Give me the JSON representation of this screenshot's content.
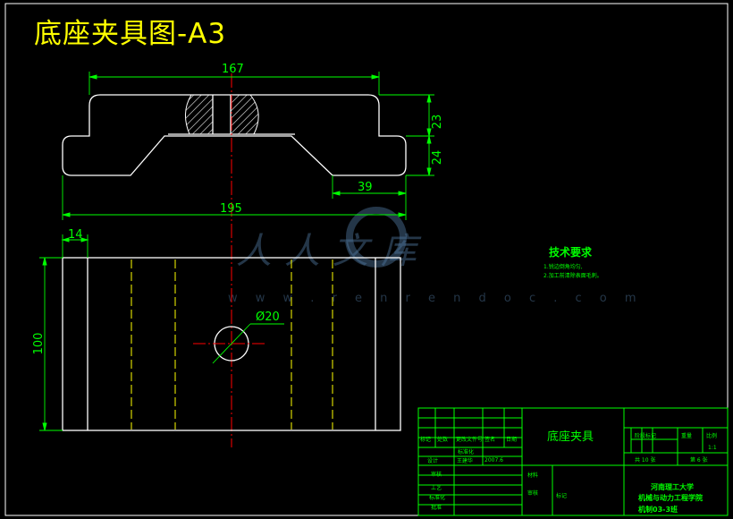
{
  "title": "底座夹具图-A3",
  "watermark": {
    "text_cn": "人人文库",
    "url": "w w w . r e n r e n d o c . c o m"
  },
  "dimensions": {
    "overall_top_width": "167",
    "upper_height": "23",
    "lower_height": "24",
    "flange_width": "39",
    "overall_width": "195",
    "edge_offset": "14",
    "plate_height": "100",
    "hole_diameter": "Ø20"
  },
  "technical_requirements": {
    "heading": "技术要求",
    "items": [
      "1.锐边倒角均匀,",
      "2.加工前清除表面毛刺。"
    ]
  },
  "title_block": {
    "part_name": "底座夹具",
    "school": [
      "河南理工大学",
      "机械与动力工程学院"
    ],
    "class_label": "机制03-3班",
    "scale_value": "1:1",
    "labels": {
      "mark": "标记",
      "count": "处数",
      "file_no": "更改文件号",
      "signature": "签名",
      "date": "日期",
      "design": "设计",
      "designer": "王建华",
      "standardize": "标准化",
      "design_date": "2007.6",
      "review": "审核",
      "process": "工艺",
      "approve": "批准",
      "sheet_total": "共 10 张",
      "sheet_no": "第 6 张",
      "stage_mark": "阶段标记",
      "weight": "重量",
      "scale": "比例",
      "material": "材料",
      "standard_check": "标准化",
      "approval": "审核",
      "mark2": "标记"
    }
  },
  "colors": {
    "outline": "#ffffff",
    "dimension": "#00ff00",
    "centerline": "#ff0000",
    "hidden": "#ffff00",
    "hatch": "#ffffff",
    "title_block": "#00ff00"
  }
}
